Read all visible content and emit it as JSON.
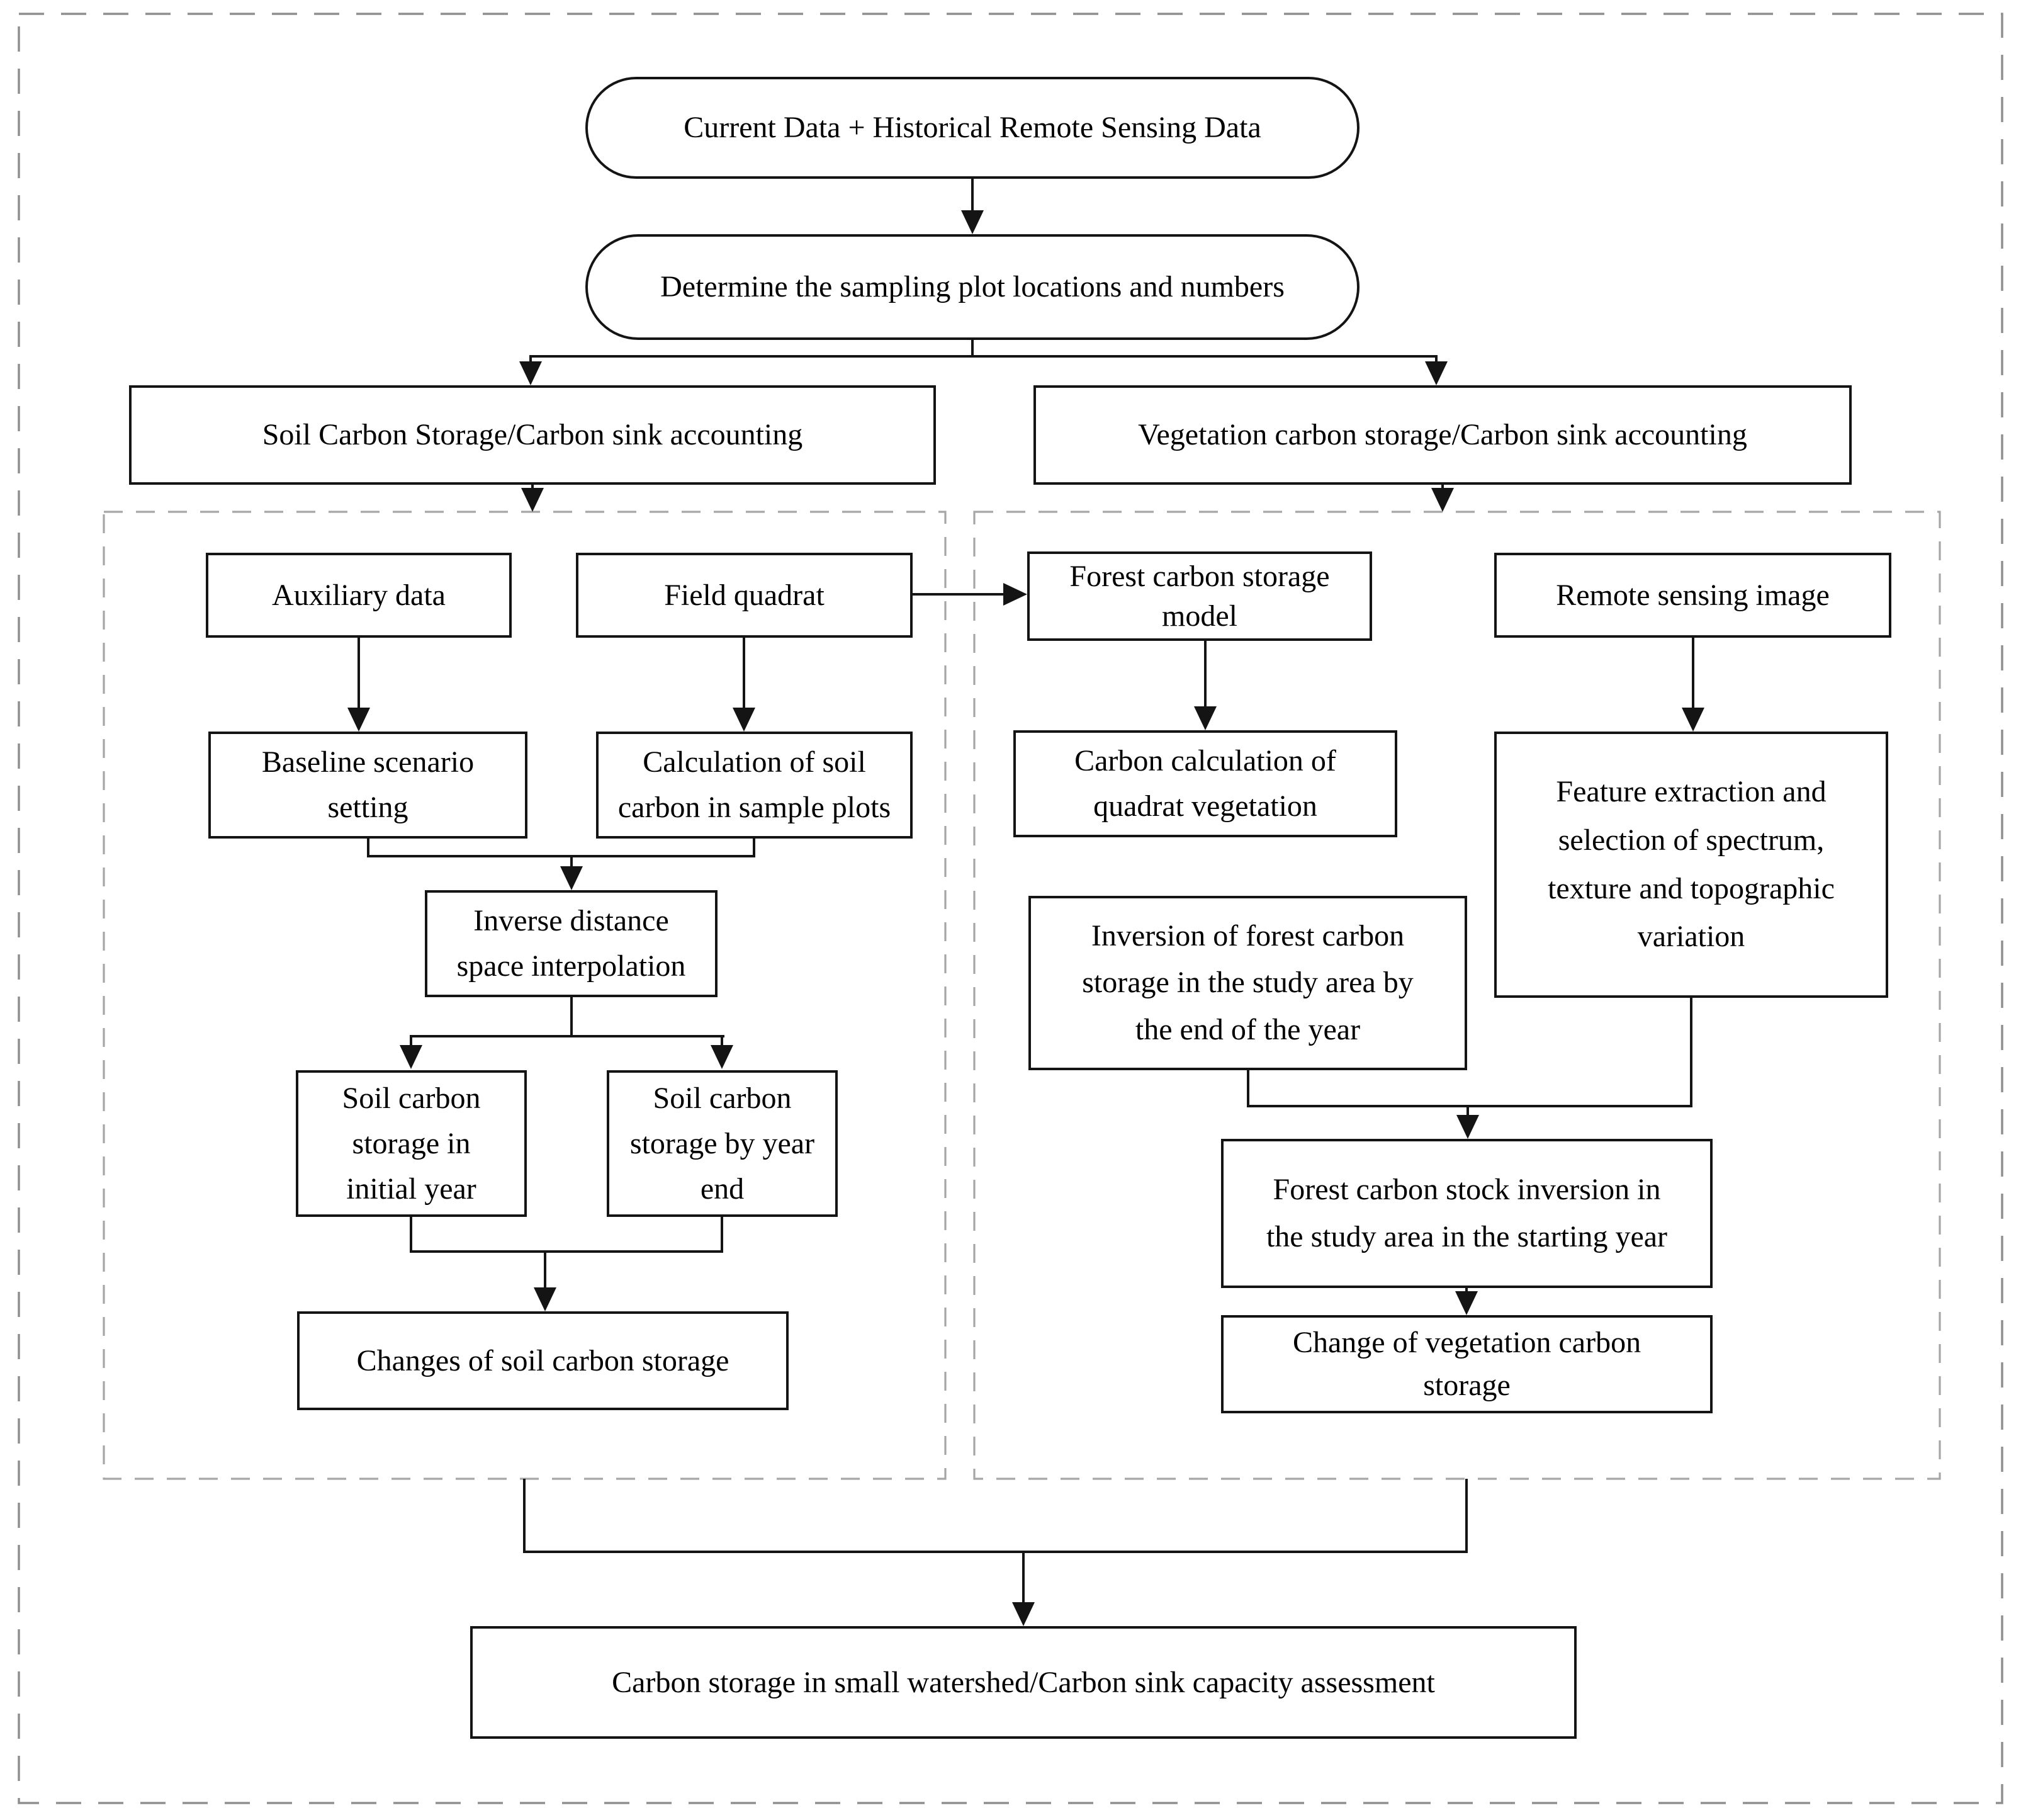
{
  "diagram": {
    "type": "flowchart",
    "colors": {
      "line": "#141414",
      "box_border": "#141414",
      "outer_dashed_border": "#8f8f8f",
      "panel_dashed_border": "#a6a6a6",
      "background": "#ffffff",
      "text": "#000000"
    },
    "nodes": {
      "current_data": {
        "lines": [
          "Current Data + Historical Remote Sensing Data"
        ]
      },
      "determine_plots": {
        "lines": [
          "Determine the sampling plot locations and numbers"
        ]
      },
      "soil_accounting": {
        "lines": [
          "Soil Carbon Storage/Carbon sink accounting"
        ]
      },
      "vegetation_accounting": {
        "lines": [
          "Vegetation carbon storage/Carbon sink accounting"
        ]
      },
      "auxiliary_data": {
        "lines": [
          "Auxiliary data"
        ]
      },
      "field_quadrat": {
        "lines": [
          "Field quadrat"
        ]
      },
      "forest_model": {
        "lines": [
          "Forest carbon storage",
          "model"
        ]
      },
      "remote_sensing": {
        "lines": [
          "Remote sensing image"
        ]
      },
      "baseline_scenario": {
        "lines": [
          "Baseline scenario",
          "setting"
        ]
      },
      "soil_carbon_calc": {
        "lines": [
          "Calculation of soil",
          "carbon in sample plots"
        ]
      },
      "quadrat_vegetation": {
        "lines": [
          "Carbon calculation of",
          "quadrat vegetation"
        ]
      },
      "feature_extraction": {
        "lines": [
          "Feature extraction and",
          "selection of spectrum,",
          "texture and topographic",
          "variation"
        ]
      },
      "inverse_distance": {
        "lines": [
          "Inverse distance",
          "space interpolation"
        ]
      },
      "inversion_year_end": {
        "lines": [
          "Inversion of forest carbon",
          "storage in the study area by",
          "the end of the year"
        ]
      },
      "soil_initial_year": {
        "lines": [
          "Soil carbon",
          "storage in",
          "initial year"
        ]
      },
      "soil_year_end": {
        "lines": [
          "Soil carbon",
          "storage by year",
          "end"
        ]
      },
      "stock_starting_year": {
        "lines": [
          "Forest carbon stock inversion in",
          "the study area in the starting year"
        ]
      },
      "vegetation_change": {
        "lines": [
          "Change of vegetation carbon",
          "storage"
        ]
      },
      "soil_changes": {
        "lines": [
          "Changes of soil carbon storage"
        ]
      },
      "final_assessment": {
        "lines": [
          "Carbon storage in small watershed/Carbon sink capacity assessment"
        ]
      }
    }
  }
}
